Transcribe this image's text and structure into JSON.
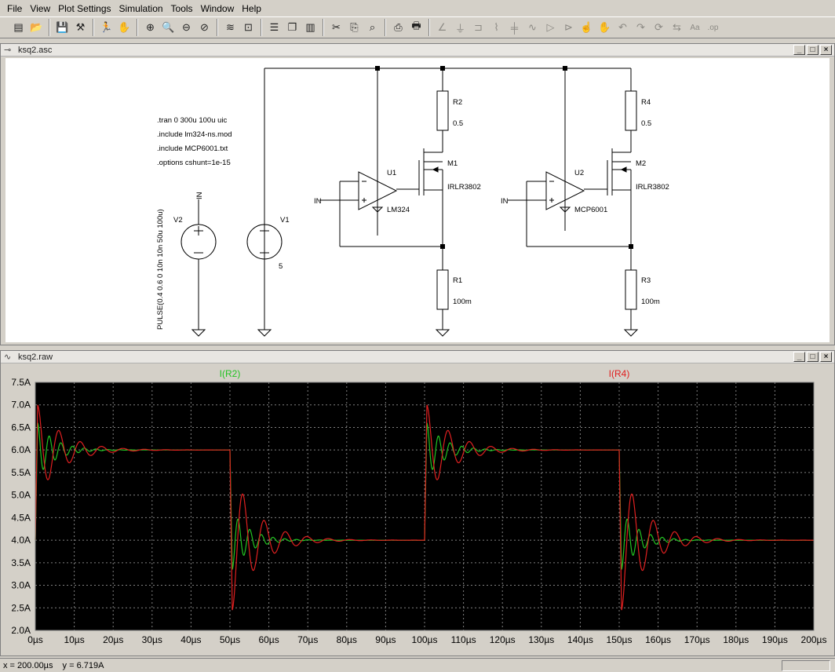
{
  "menu": [
    "File",
    "View",
    "Plot Settings",
    "Simulation",
    "Tools",
    "Window",
    "Help"
  ],
  "toolbar_icons": [
    "new-schematic-icon",
    "open-icon",
    "save-icon",
    "control-panel-icon",
    "run-icon",
    "halt-icon",
    "zoom-area-icon",
    "zoom-in-icon",
    "zoom-out-icon",
    "zoom-cancel-icon",
    "autorange-icon",
    "fit-icon",
    "tile-horizontal-icon",
    "cascade-icon",
    "tile-vertical-icon",
    "cut-icon",
    "copy-icon",
    "find-icon",
    "print-preview-icon",
    "print-icon",
    "wire-icon",
    "ground-icon",
    "label-net-icon",
    "resistor-icon",
    "capacitor-icon",
    "inductor-icon",
    "diode-icon",
    "component-icon",
    "move-icon",
    "drag-icon",
    "undo-icon",
    "redo-icon",
    "rotate-icon",
    "mirror-icon",
    "text-icon",
    "spice-directive-icon"
  ],
  "schematic_window": {
    "title": "ksq2.asc"
  },
  "plot_window": {
    "title": "ksq2.raw"
  },
  "schematic": {
    "directives": [
      ".tran 0 300u 100u uic",
      ".include lm324-ns.mod",
      ".include MCP6001.txt",
      ".options cshunt=1e-15"
    ],
    "v2_label": "V2",
    "v2_pulse": "PULSE(0.4 0.6 0 10n 10n 50u 100u)",
    "v2_net": "IN",
    "v1_label": "V1",
    "v1_value": "5",
    "r2_label": "R2",
    "r2_value": "0.5",
    "r4_label": "R4",
    "r4_value": "0.5",
    "r1_label": "R1",
    "r1_value": "100m",
    "r3_label": "R3",
    "r3_value": "100m",
    "m1_label": "M1",
    "m1_model": "IRLR3802",
    "m2_label": "M2",
    "m2_model": "IRLR3802",
    "u1_label": "U1",
    "u1_model": "LM324",
    "u2_label": "U2",
    "u2_model": "MCP6001",
    "in1_label": "IN",
    "in2_label": "IN"
  },
  "chart_data": {
    "type": "line",
    "x_unit": "µs",
    "y_unit": "A",
    "xlim": [
      0,
      200
    ],
    "ylim": [
      2.0,
      7.5
    ],
    "xticks": [
      "0µs",
      "10µs",
      "20µs",
      "30µs",
      "40µs",
      "50µs",
      "60µs",
      "70µs",
      "80µs",
      "90µs",
      "100µs",
      "110µs",
      "120µs",
      "130µs",
      "140µs",
      "150µs",
      "160µs",
      "170µs",
      "180µs",
      "190µs",
      "200µs"
    ],
    "yticks": [
      "2.0A",
      "2.5A",
      "3.0A",
      "3.5A",
      "4.0A",
      "4.5A",
      "5.0A",
      "5.5A",
      "6.0A",
      "6.5A",
      "7.0A",
      "7.5A"
    ],
    "grid": true,
    "background": "#000000",
    "series": [
      {
        "name": "I(R2)",
        "color": "#22c322",
        "base_low": 4.0,
        "base_high": 6.0,
        "first_peak": 6.6,
        "first_undershoot": 3.35,
        "ring_period_us": 3.0,
        "decay_us": 4.5
      },
      {
        "name": "I(R4)",
        "color": "#e02020",
        "base_low": 4.0,
        "base_high": 6.0,
        "first_peak": 7.0,
        "first_undershoot": 2.45,
        "ring_period_us": 5.5,
        "decay_us": 6.5
      }
    ],
    "transitions": [
      {
        "t": 0,
        "to": "high"
      },
      {
        "t": 50,
        "to": "low"
      },
      {
        "t": 100,
        "to": "high"
      },
      {
        "t": 150,
        "to": "low"
      }
    ]
  },
  "status": {
    "x": "x = 200.00µs",
    "y": "y = 6.719A"
  }
}
